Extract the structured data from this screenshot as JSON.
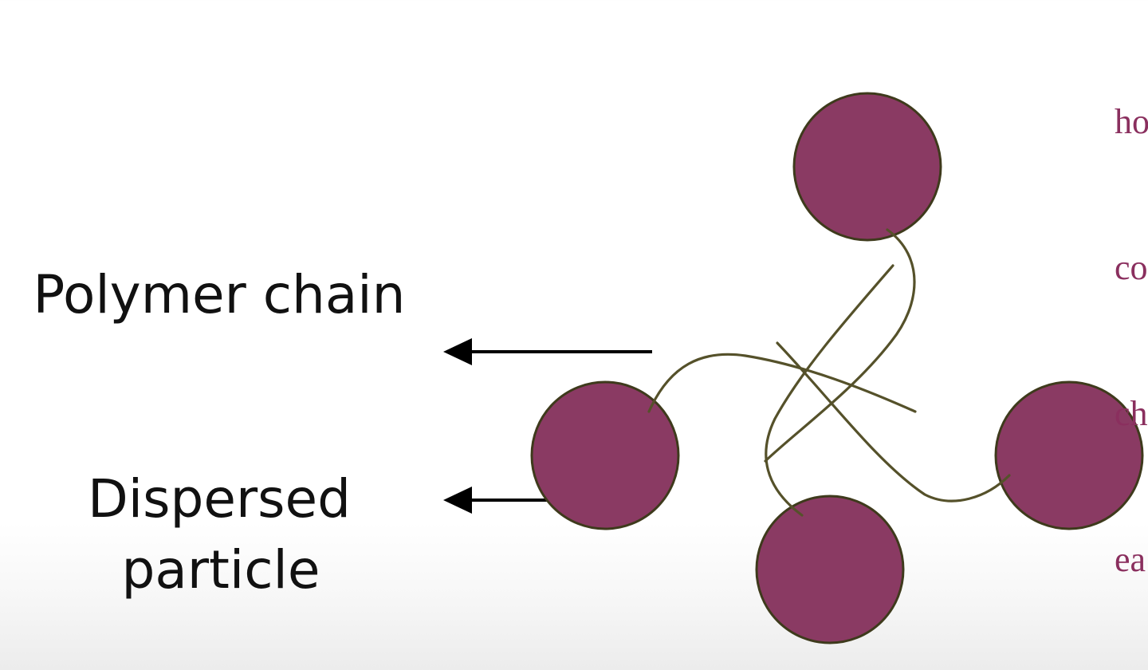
{
  "diagram": {
    "labels": {
      "polymer_chain": "Polymer chain",
      "dispersed_particle_line1": "Dispersed",
      "dispersed_particle_line2": "particle"
    },
    "side_text_fragments": [
      "ho",
      "co",
      "ch",
      "ea"
    ],
    "colors": {
      "particle_fill": "#8a3a63",
      "particle_stroke": "#3e3a1c",
      "chain_stroke": "#55512a",
      "arrow": "#000000",
      "label": "#111111",
      "side_text": "#8a2f5e"
    }
  }
}
